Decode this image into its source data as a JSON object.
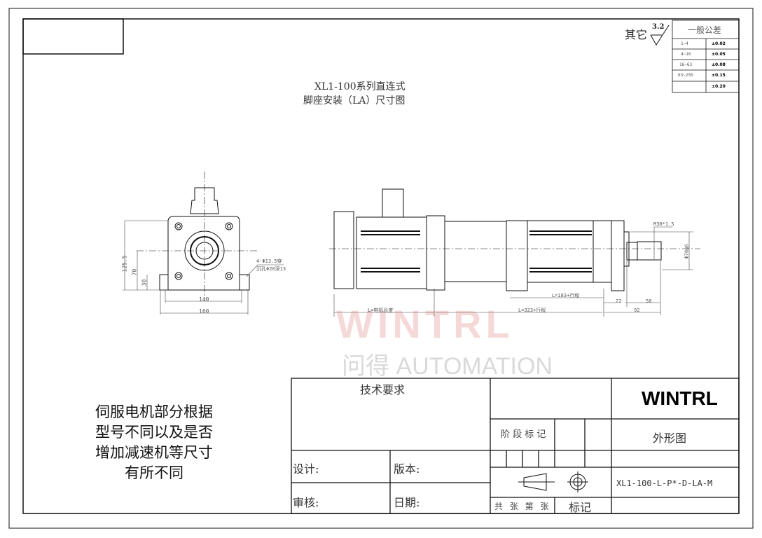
{
  "drawing": {
    "title_line1": "XL1-100系列直连式",
    "title_line2": "脚座安装（LA）尺寸图",
    "roughness": {
      "label": "其它",
      "value": "3.2"
    },
    "tolerance_table": {
      "header": "一般公差",
      "rows": [
        {
          "range": "1~4",
          "tol": "±0.02"
        },
        {
          "range": "4~16",
          "tol": "±0.05"
        },
        {
          "range": "16~63",
          "tol": "±0.08"
        },
        {
          "range": "63~250",
          "tol": "±0.15"
        },
        {
          "range": "",
          "tol": "±0.20"
        }
      ]
    },
    "front_view_dims": {
      "h1": "125.5",
      "h2": "70",
      "h3": "30",
      "w1": "140",
      "w2": "160",
      "hole1": "4-Φ13.5穿",
      "hole2": "沉孔Φ20深13"
    },
    "side_view_dims": {
      "motor": "L=电机长度",
      "body": "L=323+行程",
      "foot": "L=183+行程",
      "d22": "22",
      "d50": "50",
      "d92": "92",
      "thread": "M30*1.5",
      "dia": "Φ70g6"
    },
    "note": [
      "伺服电机部分根据",
      "型号不同以及是否",
      "增加减速机等尺寸",
      "有所不同"
    ],
    "watermark": {
      "brand": "WINTRL",
      "sub": "问得 AUTOMATION"
    }
  },
  "title_block": {
    "tech_req": "技术要求",
    "company": "WINTRL",
    "stage_mark": "阶 段 标 记",
    "drawing_name": "外形图",
    "design": "设计:",
    "version": "版本:",
    "review": "审核:",
    "date": "日期:",
    "sheets": "共 张 第 张",
    "mark": "标记",
    "part_no": "XL1-100-L-P*-D-LA-M"
  }
}
